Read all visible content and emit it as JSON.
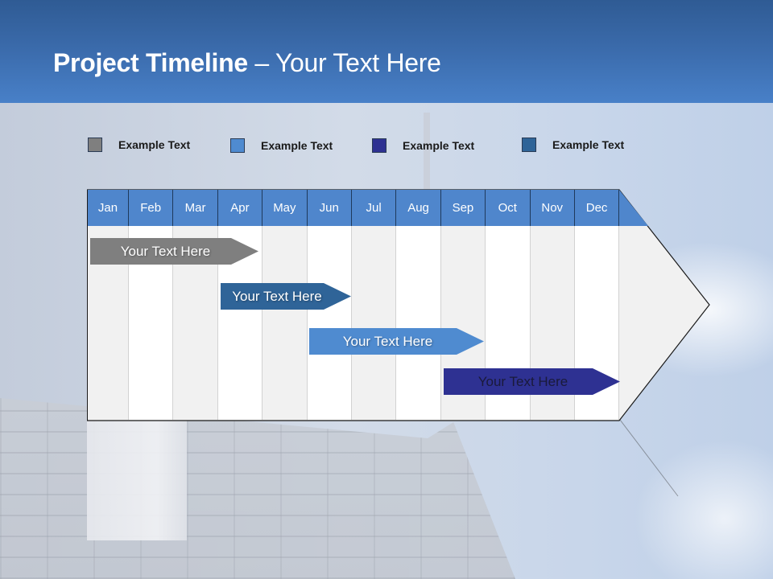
{
  "header": {
    "title_bold": "Project Timeline",
    "title_rest": " – Your Text Here"
  },
  "legend": [
    {
      "label": "Example Text",
      "color": "#7f7f7f"
    },
    {
      "label": "Example Text",
      "color": "#4f8bd0"
    },
    {
      "label": "Example Text",
      "color": "#2e3192"
    },
    {
      "label": "Example Text",
      "color": "#2f6498"
    }
  ],
  "timeline": {
    "header_color": "#4f86cc",
    "months": [
      "Jan",
      "Feb",
      "Mar",
      "Apr",
      "May",
      "Jun",
      "Jul",
      "Aug",
      "Sep",
      "Oct",
      "Nov",
      "Dec"
    ],
    "tasks": [
      {
        "label": "Your  Text Here",
        "color": "#7f7f7f",
        "text_color": "#ffffff",
        "start": "Jan",
        "end": "Apr"
      },
      {
        "label": "Your  Text Here",
        "color": "#2f6498",
        "text_color": "#ffffff",
        "start": "Apr",
        "end": "Jun"
      },
      {
        "label": "Your  Text Here",
        "color": "#4f8bd0",
        "text_color": "#ffffff",
        "start": "Jun",
        "end": "Sep"
      },
      {
        "label": "Your  Text Here",
        "color": "#2e3192",
        "text_color": "#1a1a3a",
        "start": "Sep",
        "end": "Dec"
      }
    ]
  }
}
